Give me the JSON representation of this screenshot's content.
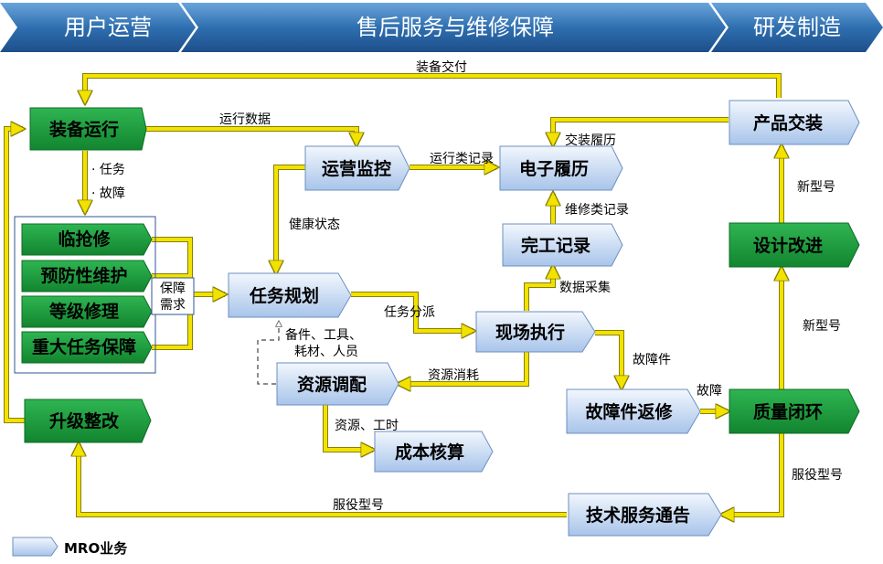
{
  "header": {
    "stages": [
      {
        "label": "用户运营"
      },
      {
        "label": "售后服务与维修保障"
      },
      {
        "label": "研发制造"
      }
    ]
  },
  "nodes": {
    "equip_run": "装备运行",
    "emergency": "临抢修",
    "preventive": "预防性维护",
    "grade_repair": "等级修理",
    "major_task": "重大任务保障",
    "upgrade": "升级整改",
    "ops_monitor": "运营监控",
    "e_record": "电子履历",
    "completion": "完工记录",
    "task_plan": "任务规划",
    "onsite": "现场执行",
    "resource": "资源调配",
    "cost": "成本核算",
    "fault_return": "故障件返修",
    "product_delivery": "产品交装",
    "design_improve": "设计改进",
    "quality_loop": "质量闭环",
    "tech_notice": "技术服务通告"
  },
  "labels": {
    "equip_delivery": "装备交付",
    "run_data": "运行数据",
    "task": "· 任务",
    "fault": "· 故障",
    "support_need_1": "保障",
    "support_need_2": "需求",
    "health": "健康状态",
    "run_record": "运行类记录",
    "delivery_history": "交装履历",
    "repair_record": "维修类记录",
    "data_collect": "数据采集",
    "task_dispatch": "任务分派",
    "spares_1": "备件、工具、",
    "spares_2": "耗材、人员",
    "resource_consume": "资源消耗",
    "resource_time": "资源、工时",
    "fault_part": "故障件",
    "fault2": "故障",
    "new_model_top": "新型号",
    "new_model_mid": "新型号",
    "service_model_right": "服役型号",
    "service_model_bottom": "服役型号"
  },
  "legend": {
    "label": "MRO业务"
  },
  "colors": {
    "header_blue": "#2f6fb0",
    "green": "#1a9b3a",
    "mro_fill": "#c6d9f1",
    "flow": "#f2e200"
  }
}
